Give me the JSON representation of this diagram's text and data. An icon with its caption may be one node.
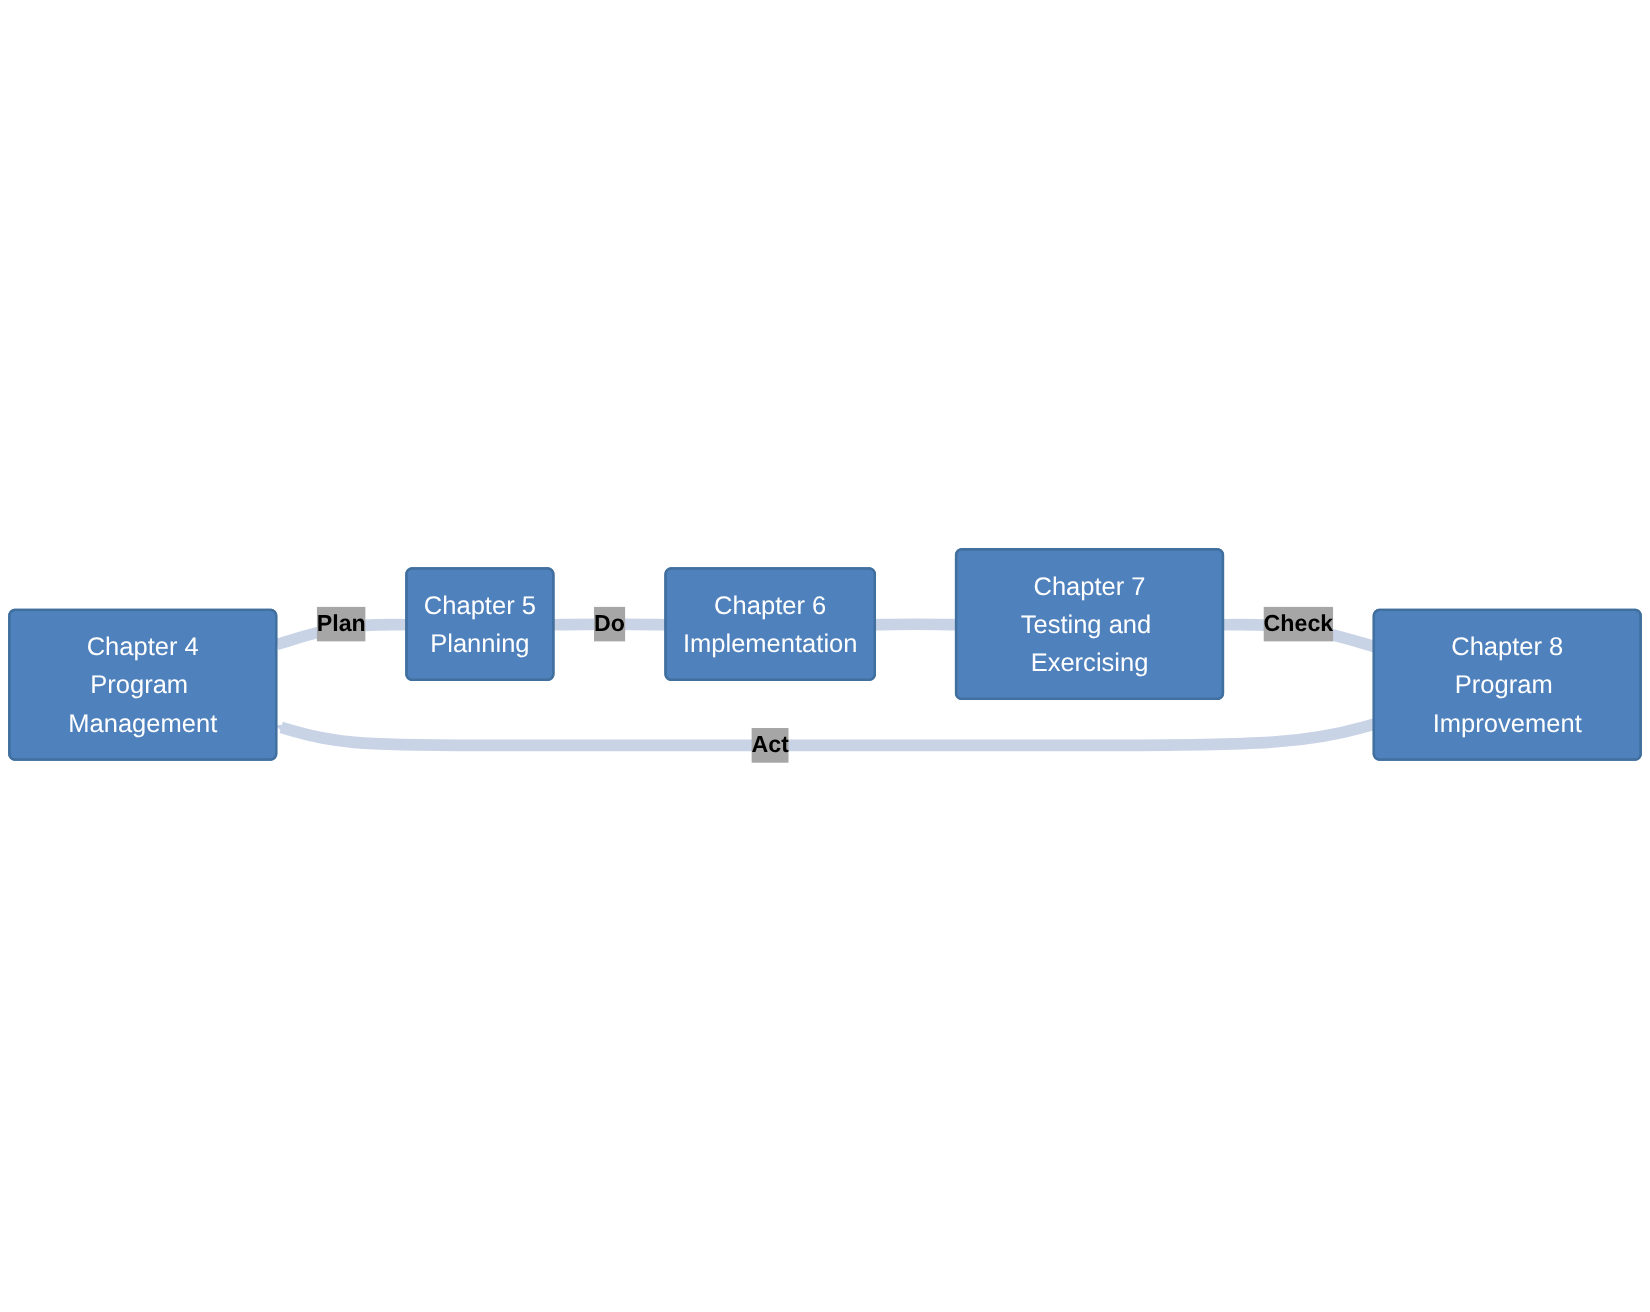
{
  "diagram": {
    "nodes": [
      {
        "text": [
          "Chapter 4",
          "Program Management"
        ]
      },
      {
        "text": [
          "Chapter 5",
          "Planning"
        ]
      },
      {
        "text": [
          "Chapter 6",
          "Implementation"
        ]
      },
      {
        "text": [
          "Chapter 7",
          "Testing and Exercising"
        ]
      },
      {
        "text": [
          "Chapter 8",
          "Program Improvement"
        ]
      }
    ],
    "edges": [
      {
        "from": 0,
        "to": 1,
        "arrow": "none",
        "label": "Plan"
      },
      {
        "from": 1,
        "to": 2,
        "arrow": "none",
        "label": "Do"
      },
      {
        "from": 2,
        "to": 3,
        "arrow": "none"
      },
      {
        "from": 3,
        "to": 4,
        "arrow": "none",
        "label": "Check"
      },
      {
        "from": 4,
        "to": 0,
        "arrow": "to",
        "label": "Act"
      }
    ]
  }
}
